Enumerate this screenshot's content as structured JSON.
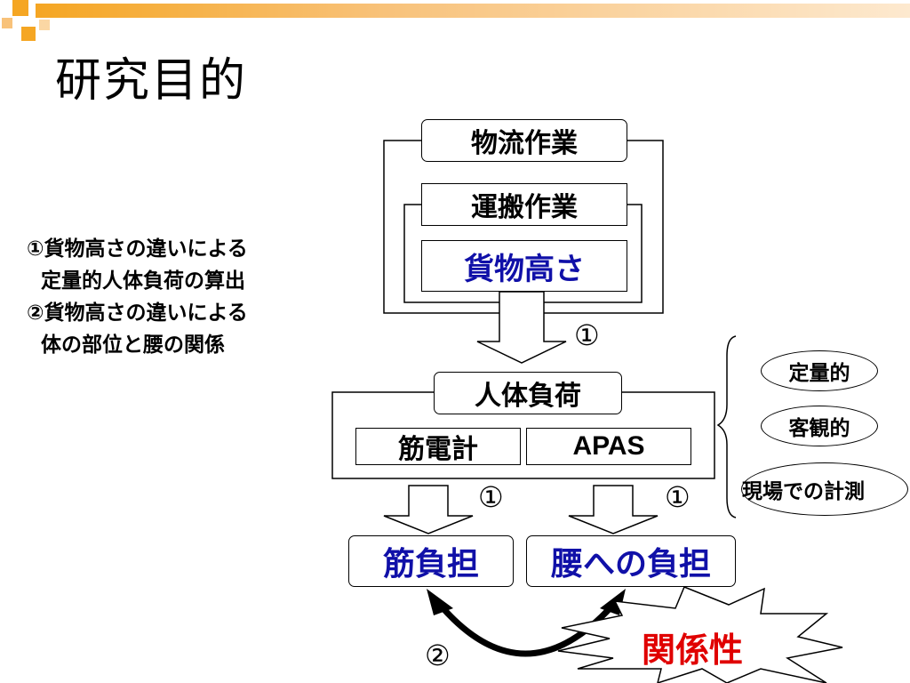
{
  "slide": {
    "title": "研究目的",
    "accent_color": "#f5a623",
    "blue_text_color": "#1010a8",
    "red_text_color": "#e00000"
  },
  "objectives": {
    "line1": "①貨物高さの違いによる",
    "line2": "定量的人体負荷の算出",
    "line3": "②貨物高さの違いによる",
    "line4": "体の部位と腰の関係"
  },
  "diagram": {
    "logistics_work": "物流作業",
    "transport_work": "運搬作業",
    "cargo_height": "貨物高さ",
    "human_load": "人体負荷",
    "emg": "筋電計",
    "apas": "APAS",
    "muscle_burden": "筋負担",
    "lumbar_burden": "腰への負担",
    "relationship": "関係性",
    "marker_1": "①",
    "marker_2": "②"
  },
  "features": {
    "quantitative": "定量的",
    "objective": "客観的",
    "on_site": "現場での計測"
  }
}
